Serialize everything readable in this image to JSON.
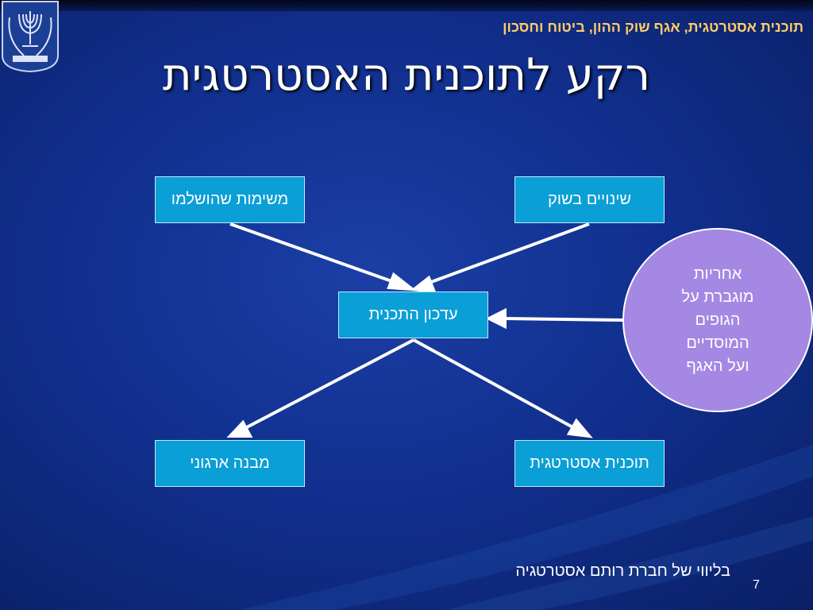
{
  "header": {
    "subtitle": "תוכנית אסטרטגית, אגף שוק ההון, ביטוח וחסכון",
    "title": "רקע לתוכנית האסטרטגית"
  },
  "diagram": {
    "nodes": {
      "completed_tasks": "משימות שהושלמו",
      "market_changes": "שינויים בשוק",
      "plan_update": "עדכון התכנית",
      "org_structure": "מבנה ארגוני",
      "strategic_plan": "תוכנית אסטרטגית",
      "accountability": "אחריות\nמוגברת על\nהגופים\nהמוסדיים\nועל האגף"
    }
  },
  "footer": {
    "credit": "בליווי של חברת רותם אסטרטגיה",
    "page_number": "7"
  },
  "colors": {
    "background": "#11308f",
    "box_fill": "#0a9fd6",
    "circle_fill": "#a488e3",
    "header_text": "#ffcc66",
    "arrow": "#ffffff"
  }
}
